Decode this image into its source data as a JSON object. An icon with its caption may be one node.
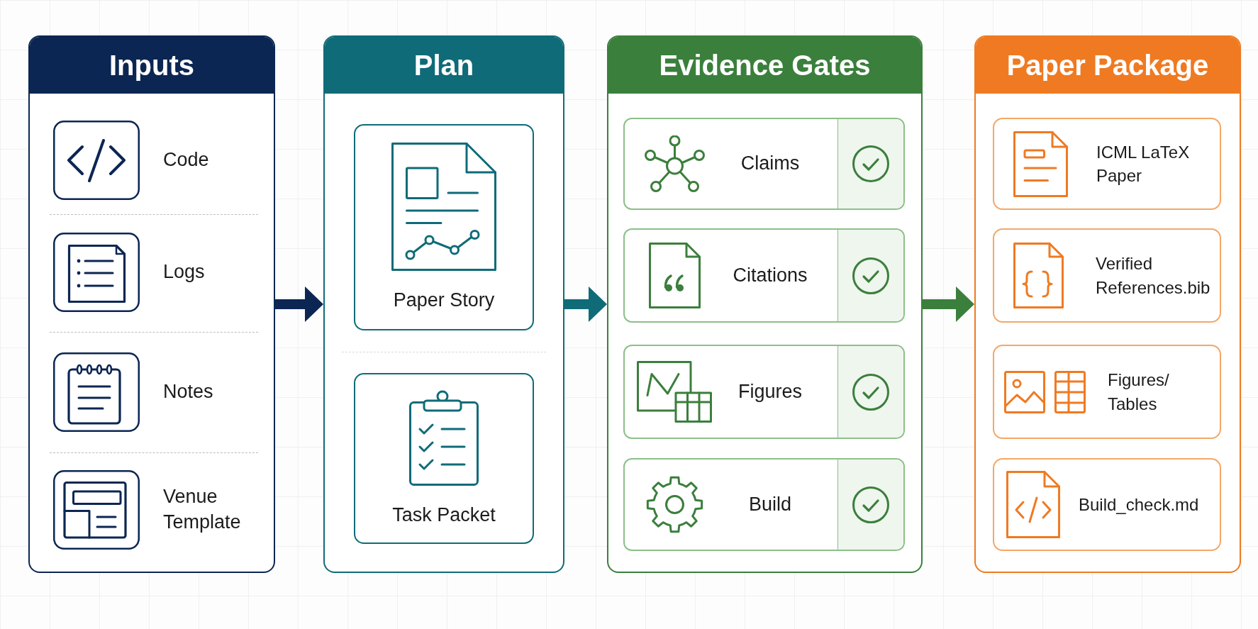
{
  "diagram": {
    "nodes": [
      {
        "text": [
          "Inputs"
        ]
      },
      {
        "text": [
          "Code"
        ],
        "in": 0
      },
      {
        "text": [
          "Logs"
        ],
        "in": 0
      },
      {
        "text": [
          "Notes"
        ],
        "in": 0
      },
      {
        "text": [
          "Venue Template"
        ],
        "in": 0
      },
      {
        "text": [
          "Plan"
        ]
      },
      {
        "text": [
          "Paper Story"
        ],
        "in": 5
      },
      {
        "text": [
          "Task Packet"
        ],
        "in": 5
      },
      {
        "text": [
          "Evidence Gates"
        ]
      },
      {
        "text": [
          "Claims"
        ],
        "in": 8
      },
      {
        "text": [
          "Citations"
        ],
        "in": 8
      },
      {
        "text": [
          "Figures"
        ],
        "in": 8
      },
      {
        "text": [
          "Build"
        ],
        "in": 8
      },
      {
        "text": [
          "Paper Package"
        ]
      },
      {
        "text": [
          "ICML LaTeX Paper"
        ],
        "in": 13
      },
      {
        "text": [
          "Verified References.bib"
        ],
        "in": 13
      },
      {
        "text": [
          "Figures/ Tables"
        ],
        "in": 13
      },
      {
        "text": [
          "Build_check.md"
        ],
        "in": 13
      }
    ],
    "edges": [
      {
        "from": 0,
        "to": 5,
        "arrow": "to",
        "color": "#0c2653"
      },
      {
        "from": 5,
        "to": 8,
        "arrow": "to",
        "color": "#0f6b78"
      },
      {
        "from": 8,
        "to": 13,
        "arrow": "to",
        "color": "#3b7f3c"
      }
    ]
  }
}
